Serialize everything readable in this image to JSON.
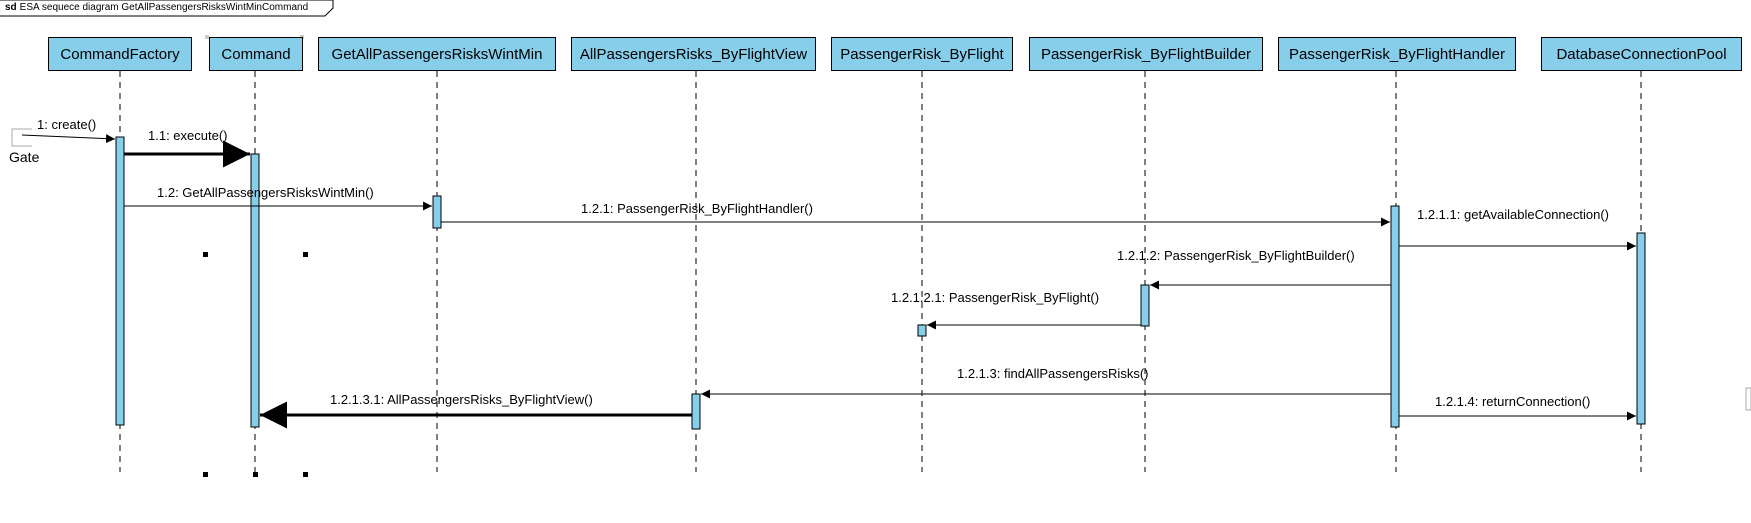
{
  "frame": {
    "keyword": "sd",
    "title": "ESA sequece diagram GetAllPassengersRisksWintMinCommand"
  },
  "lifelines": [
    {
      "id": "cf",
      "name": "CommandFactory"
    },
    {
      "id": "cmd",
      "name": "Command"
    },
    {
      "id": "getall",
      "name": "GetAllPassengersRisksWintMin"
    },
    {
      "id": "view",
      "name": "AllPassengersRisks_ByFlightView"
    },
    {
      "id": "risk",
      "name": "PassengerRisk_ByFlight"
    },
    {
      "id": "builder",
      "name": "PassengerRisk_ByFlightBuilder"
    },
    {
      "id": "handler",
      "name": "PassengerRisk_ByFlightHandler"
    },
    {
      "id": "pool",
      "name": "DatabaseConnectionPool"
    }
  ],
  "gate": {
    "label": "Gate"
  },
  "messages": [
    {
      "id": "m1",
      "label": "1: create()",
      "from": "gate",
      "to": "cf",
      "kind": "call"
    },
    {
      "id": "m11",
      "label": "1.1: execute()",
      "from": "cf",
      "to": "cmd",
      "kind": "call-emphasis"
    },
    {
      "id": "m12",
      "label": "1.2: GetAllPassengersRisksWintMin()",
      "from": "cf",
      "to": "getall",
      "kind": "call"
    },
    {
      "id": "m121",
      "label": "1.2.1: PassengerRisk_ByFlightHandler()",
      "from": "getall",
      "to": "handler",
      "kind": "call"
    },
    {
      "id": "m1211",
      "label": "1.2.1.1: getAvailableConnection()",
      "from": "handler",
      "to": "pool",
      "kind": "call"
    },
    {
      "id": "m1212",
      "label": "1.2.1.2: PassengerRisk_ByFlightBuilder()",
      "from": "handler",
      "to": "builder",
      "kind": "call"
    },
    {
      "id": "m12121",
      "label": "1.2.1.2.1: PassengerRisk_ByFlight()",
      "from": "builder",
      "to": "risk",
      "kind": "call"
    },
    {
      "id": "m1213",
      "label": "1.2.1.3: findAllPassengersRisks()",
      "from": "handler",
      "to": "view",
      "kind": "call"
    },
    {
      "id": "m12131",
      "label": "1.2.1.3.1: AllPassengersRisks_ByFlightView()",
      "from": "view",
      "to": "cmd",
      "kind": "call-emphasis"
    },
    {
      "id": "m1214",
      "label": "1.2.1.4: returnConnection()",
      "from": "handler",
      "to": "pool",
      "kind": "call"
    }
  ],
  "colors": {
    "lifeline_fill": "#87CEEB",
    "activation_fill": "#87CEEB",
    "line": "#000000",
    "background": "#ffffff"
  }
}
